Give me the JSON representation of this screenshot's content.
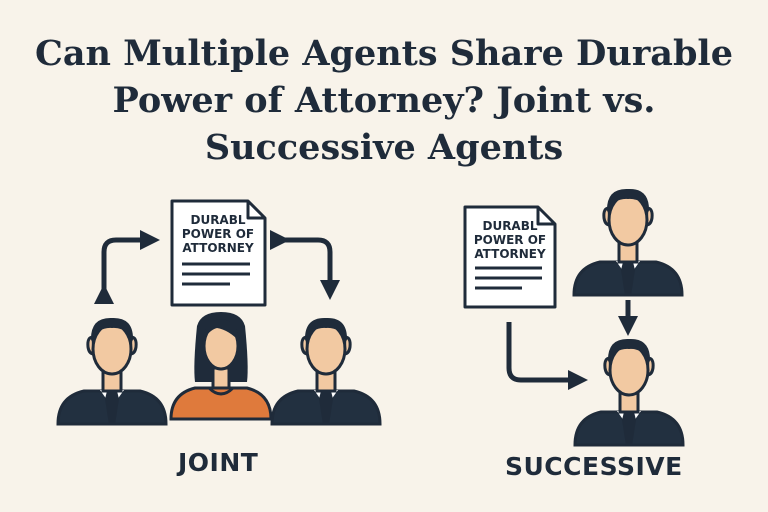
{
  "title_lines": [
    "Can Multiple Agents Share Durable",
    "Power of Attorney? Joint vs.",
    "Successive Agents"
  ],
  "joint": {
    "label": "JOINT",
    "document_lines": [
      "DURABL",
      "POWER OF",
      "ATTORNEY"
    ]
  },
  "successive": {
    "label": "SUCCESSIVE",
    "document_lines": [
      "DURABL",
      "POWER OF",
      "ATTORNEY"
    ]
  },
  "colors": {
    "background": "#f8f3ea",
    "ink": "#1f2b3a",
    "skin": "#f2c9a2",
    "suit": "#223040",
    "accent_orange": "#df7a3c"
  },
  "icons": [
    "document-icon",
    "man-icon",
    "woman-icon",
    "arrow-icon"
  ]
}
